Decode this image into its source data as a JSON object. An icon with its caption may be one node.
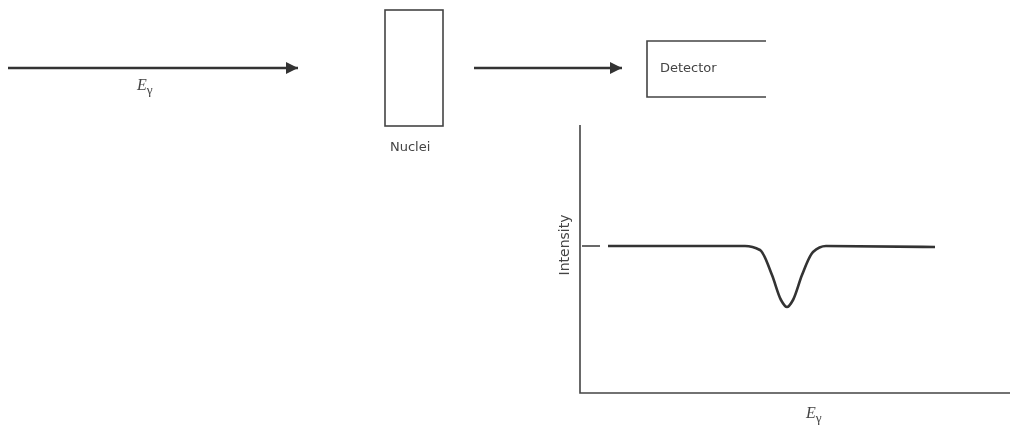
{
  "diagram": {
    "nodes": [
      {
        "text": [
          "Nuclei"
        ]
      },
      {
        "text": [
          "Detector"
        ]
      }
    ],
    "edges": [
      {
        "from": null,
        "to": 0,
        "arrow": "to",
        "label": "*E*$_{γ}$"
      },
      {
        "from": 0,
        "to": 1,
        "arrow": "to"
      }
    ],
    "labels": [
      "Intensity",
      "*E*$_{γ}$"
    ]
  }
}
